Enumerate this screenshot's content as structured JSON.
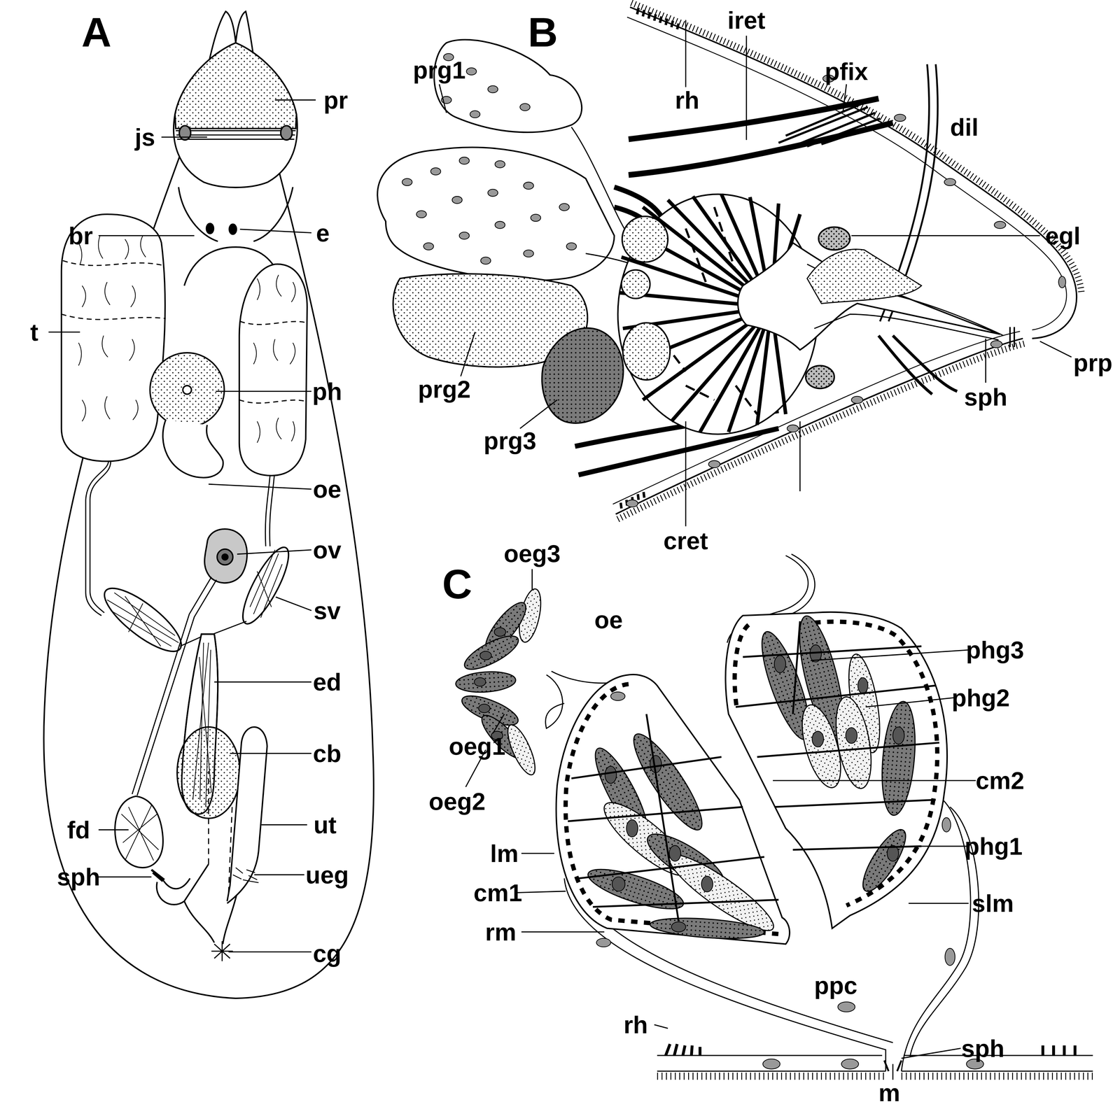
{
  "diagram": {
    "labels": [
      "A",
      "pr",
      "js",
      "br",
      "e",
      "t",
      "ph",
      "oe",
      "ov",
      "sv",
      "ed",
      "cb",
      "fd",
      "ut",
      "sph",
      "ueg",
      "cg",
      "B",
      "iret",
      "prg1",
      "rh",
      "pfix",
      "dil",
      "egl",
      "prg2",
      "prp",
      "prg3",
      "sph",
      "cret",
      "C",
      "oeg3",
      "oe",
      "phg3",
      "phg2",
      "cm2",
      "oeg1",
      "oeg2",
      "lm",
      "phg1",
      "cm1",
      "slm",
      "rm",
      "ppc",
      "rh",
      "sph",
      "m"
    ]
  }
}
